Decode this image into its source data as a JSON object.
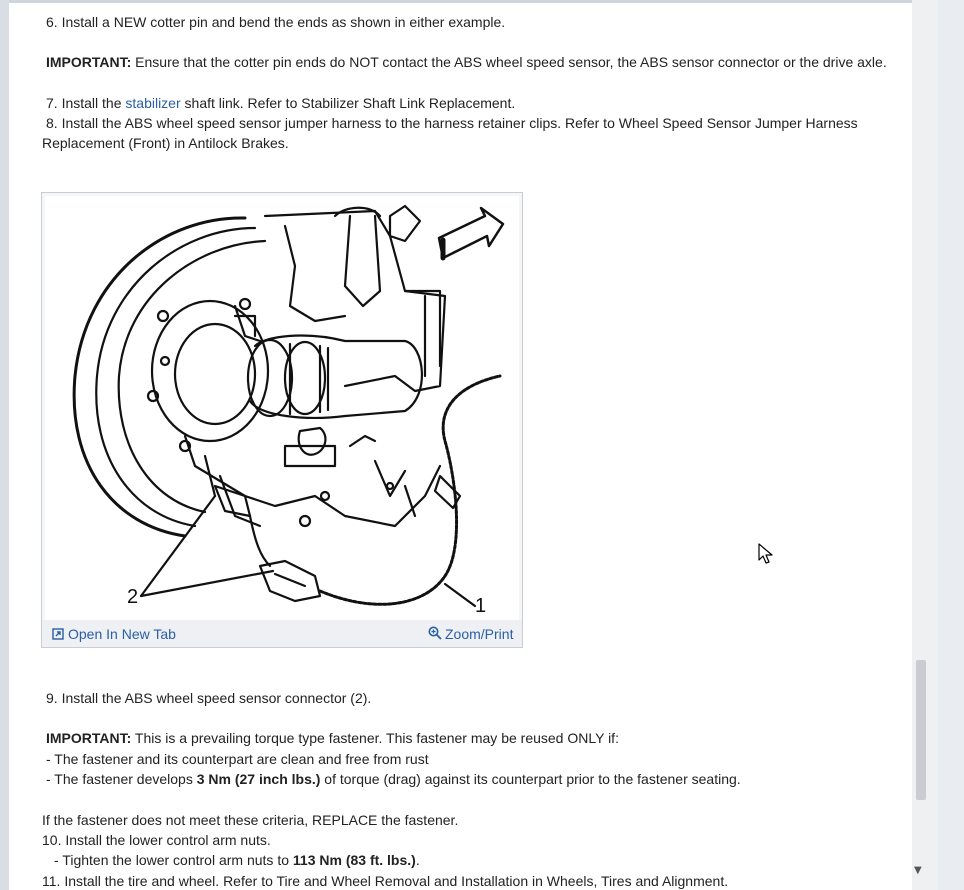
{
  "steps": {
    "s6": "6. Install a NEW cotter pin and bend the ends as shown in either example.",
    "imp1_label": "IMPORTANT:",
    "imp1_text": " Ensure that the cotter pin ends do NOT contact the ABS wheel speed sensor, the ABS sensor connector or the drive axle.",
    "s7_pre": "7. Install the ",
    "s7_link": "stabilizer",
    "s7_post": " shaft link. Refer to Stabilizer Shaft Link Replacement.",
    "s8_a": "8. Install the ABS wheel speed sensor jumper harness to the harness retainer clips. Refer to Wheel Speed Sensor Jumper Harness",
    "s8_b": "Replacement (Front) in Antilock Brakes.",
    "s9": "9. Install the ABS wheel speed sensor connector (2).",
    "imp2_label": "IMPORTANT:",
    "imp2_text": " This is a prevailing torque type fastener. This fastener may be reused ONLY if:",
    "b1": "-  The fastener and its counterpart are clean and free from rust",
    "b2_pre": "-  The fastener develops ",
    "b2_bold": "3 Nm (27 inch lbs.)",
    "b2_post": " of torque (drag) against its counterpart prior to the fastener seating.",
    "criteria": "If the fastener does not meet these criteria, REPLACE the fastener.",
    "s10": "10. Install the lower control arm nuts.",
    "s10a_pre": "-  Tighten the lower control arm nuts to ",
    "s10a_bold": "113 Nm (83 ft. lbs.)",
    "s10a_post": ".",
    "s11_partial": "11. Install the tire and wheel. Refer to Tire and Wheel Removal and Installation in Wheels, Tires and Alignment."
  },
  "figure": {
    "callout_1": "1",
    "callout_2": "2",
    "open_tab": "Open In New Tab",
    "zoom_print": "Zoom/Print"
  },
  "icons": {
    "open_tab_icon": "open-tab-icon",
    "zoom_icon": "magnifier-icon",
    "cursor": "mouse-pointer"
  },
  "colors": {
    "link": "#2a5ea6",
    "text": "#222222",
    "background": "#ffffff"
  }
}
